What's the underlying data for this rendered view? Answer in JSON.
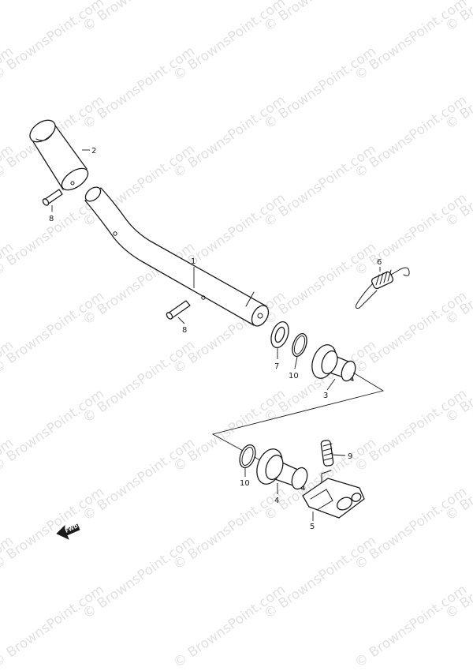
{
  "watermark": {
    "text": "© BrownsPoint.com",
    "color": "#c9c9c9"
  },
  "direction_marker": {
    "label": "FWD"
  },
  "callouts": [
    {
      "id": "callout-1",
      "label": "1"
    },
    {
      "id": "callout-2",
      "label": "2"
    },
    {
      "id": "callout-3",
      "label": "3"
    },
    {
      "id": "callout-4",
      "label": "4"
    },
    {
      "id": "callout-5",
      "label": "5"
    },
    {
      "id": "callout-6",
      "label": "6"
    },
    {
      "id": "callout-7",
      "label": "7"
    },
    {
      "id": "callout-8a",
      "label": "8"
    },
    {
      "id": "callout-8b",
      "label": "8"
    },
    {
      "id": "callout-9",
      "label": "9"
    },
    {
      "id": "callout-10a",
      "label": "10"
    },
    {
      "id": "callout-10b",
      "label": "10"
    }
  ]
}
